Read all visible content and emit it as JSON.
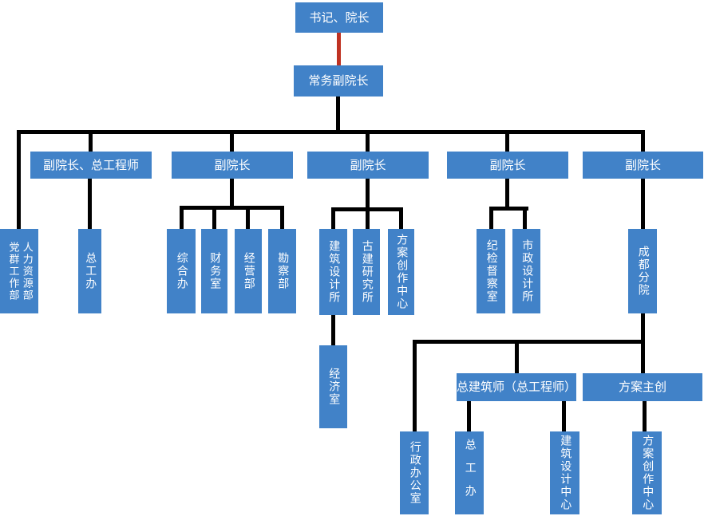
{
  "diagram": {
    "type": "org-chart",
    "colors": {
      "node_fill": "#4182C8",
      "node_text": "#FFFFFF",
      "connector": "#000000",
      "connector_highlight": "#BF3222",
      "canvas_bg": "#FFFFFF"
    },
    "nodes": {
      "president": "书记、院长",
      "exec_vice_president": "常务副院长",
      "vp_chief_engineer": "副院长、总工程师",
      "vp2": "副院长",
      "vp3": "副院长",
      "vp4": "副院长",
      "vp5": "副院长",
      "party_mass_dept": "党群工作部",
      "hr_dept": "人力资源部",
      "chief_engineer_office": "总工办",
      "general_office": "综合办",
      "finance_office": "财务室",
      "operations_dept": "经营部",
      "survey_dept": "勘察部",
      "arch_design_institute": "建筑设计所",
      "ancient_arch_institute": "古建研究所",
      "scheme_creation_center_1": "方案创作中心",
      "economy_office": "经济室",
      "discipline_inspection_office": "纪检督察室",
      "municipal_design_institute": "市政设计所",
      "chengdu_branch": "成都分院",
      "admin_office": "行政办公室",
      "chief_architect": "总建筑师（总工程师）",
      "scheme_lead": "方案主创",
      "branch_chief_engineer_office": "总工办",
      "arch_design_center": "建筑设计中心",
      "scheme_creation_center_2": "方案创作中心"
    }
  }
}
